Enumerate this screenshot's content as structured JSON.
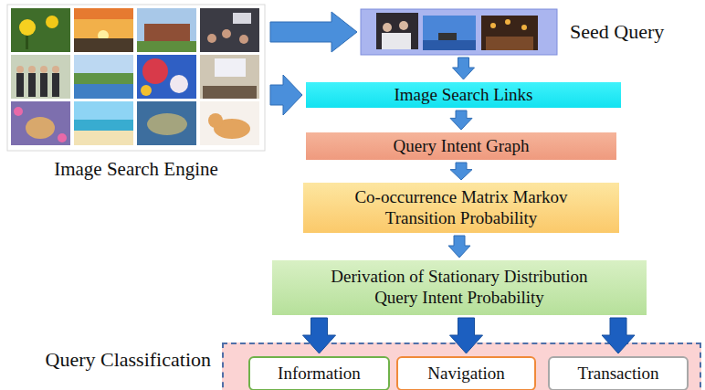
{
  "diagram": {
    "nodes": [
      {
        "text": [
          "Image Search Engine"
        ]
      },
      {
        "text": [
          "Seed Query"
        ]
      },
      {
        "text": [
          "Image Search Links"
        ]
      },
      {
        "text": [
          "Query Intent Graph"
        ]
      },
      {
        "text": [
          "Co-occurrence Matrix Markov Transition Probability"
        ]
      },
      {
        "text": [
          "Derivation of Stationary Distribution Query Intent Probability"
        ]
      },
      {
        "text": [
          "Query Classification"
        ]
      },
      {
        "text": [
          "Information"
        ],
        "in": 6
      },
      {
        "text": [
          "Navigation"
        ],
        "in": 6
      },
      {
        "text": [
          "Transaction"
        ],
        "in": 6
      }
    ],
    "edges": [
      {
        "from": 0,
        "to": 1,
        "arrow": "to"
      },
      {
        "from": 0,
        "to": 2,
        "arrow": "to"
      },
      {
        "from": 1,
        "to": 2,
        "arrow": "to"
      },
      {
        "from": 2,
        "to": 3,
        "arrow": "to"
      },
      {
        "from": 3,
        "to": 4,
        "arrow": "to"
      },
      {
        "from": 4,
        "to": 5,
        "arrow": "to"
      },
      {
        "from": 5,
        "to": 7,
        "arrow": "to"
      },
      {
        "from": 5,
        "to": 8,
        "arrow": "to"
      },
      {
        "from": 5,
        "to": 9,
        "arrow": "to"
      }
    ]
  }
}
